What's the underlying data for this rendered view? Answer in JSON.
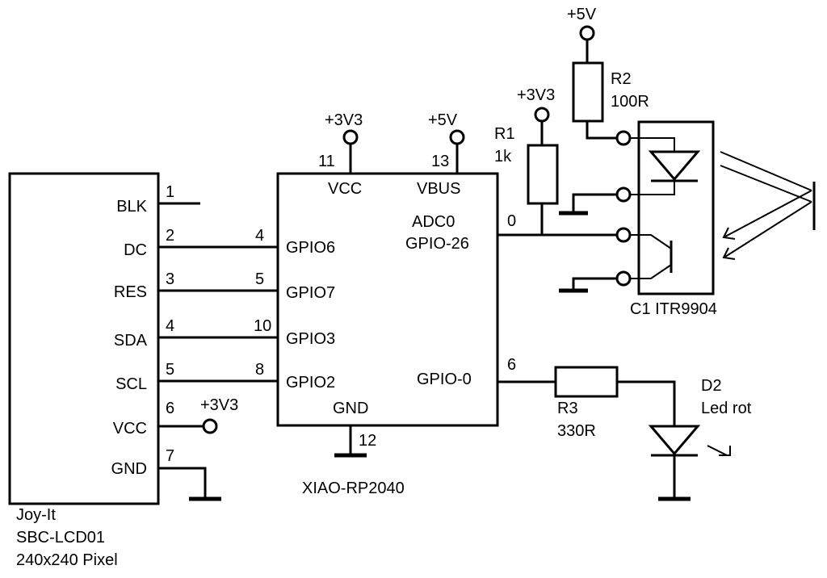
{
  "lcd": {
    "title_lines": [
      "Joy-It",
      "SBC-LCD01",
      "240x240 Pixel"
    ],
    "pins": [
      {
        "name": "BLK",
        "num": "1"
      },
      {
        "name": "DC",
        "num": "2"
      },
      {
        "name": "RES",
        "num": "3"
      },
      {
        "name": "SDA",
        "num": "4"
      },
      {
        "name": "SCL",
        "num": "5"
      },
      {
        "name": "VCC",
        "num": "6"
      },
      {
        "name": "GND",
        "num": "7"
      }
    ],
    "vcc_supply": "+3V3"
  },
  "mcu": {
    "name": "XIAO-RP2040",
    "vcc_label": "VCC",
    "vcc_pin": "11",
    "vcc_supply": "+3V3",
    "vbus_label": "VBUS",
    "vbus_pin": "13",
    "vbus_supply": "+5V",
    "gnd_label": "GND",
    "gnd_pin": "12",
    "left_pins": [
      {
        "name": "GPIO6",
        "num": "4"
      },
      {
        "name": "GPIO7",
        "num": "5"
      },
      {
        "name": "GPIO3",
        "num": "10"
      },
      {
        "name": "GPIO2",
        "num": "8"
      }
    ],
    "adc_label_1": "ADC0",
    "adc_label_2": "GPIO-26",
    "adc_pin": "0",
    "gpio0_label": "GPIO-0",
    "gpio0_pin": "6"
  },
  "r1": {
    "ref": "R1",
    "value": "1k",
    "supply": "+3V3"
  },
  "r2": {
    "ref": "R2",
    "value": "100R",
    "supply": "+5V"
  },
  "r3": {
    "ref": "R3",
    "value": "330R"
  },
  "c1": {
    "label": "C1 ITR9904"
  },
  "d2": {
    "ref": "D2",
    "value": "Led rot"
  }
}
